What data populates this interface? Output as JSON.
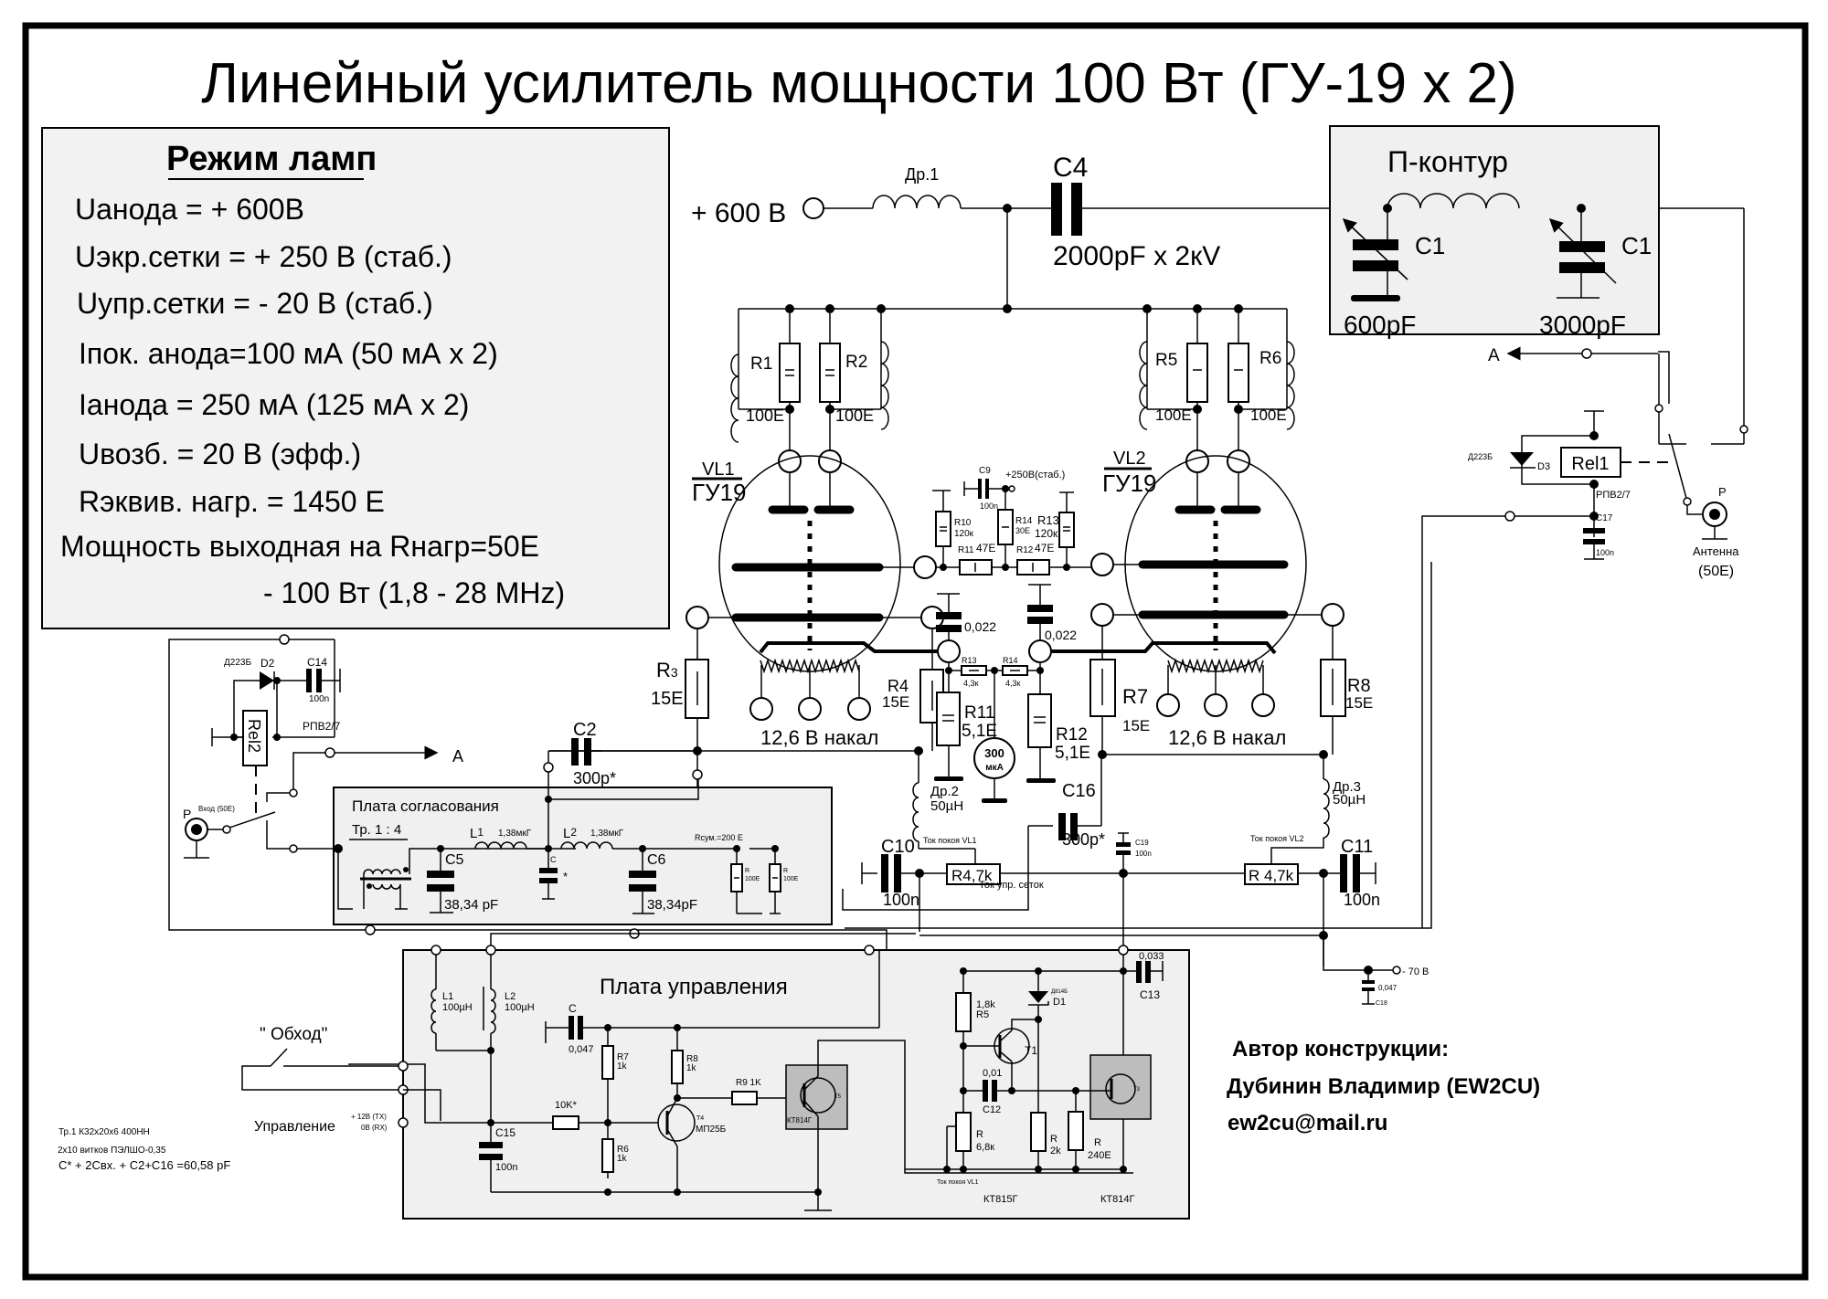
{
  "title": "Линейный усилитель мощности 100 Вт (ГУ-19 х 2)",
  "mode_box": {
    "heading": "Режим ламп",
    "lines": [
      "Uанода = + 600В",
      "Uэкр.сетки = + 250 В (стаб.)",
      "Uупр.сетки = - 20 В (стаб.)",
      "Iпок. анода=100 мА (50 мА х 2)",
      "Iанода = 250 мА (125 мА х 2)",
      "Uвозб. = 20 В (эфф.)",
      "Rэквив. нагр. = 1450 Е",
      "Мощность выходная на Rнагр=50Е",
      "- 100 Вт (1,8 - 28 MHz)"
    ]
  },
  "supply": {
    "anode_label": "+ 600 В",
    "choke1": "Др.1",
    "c4_name": "C4",
    "c4_value": "2000pF x 2кV"
  },
  "pi_network": {
    "title": "П-контур",
    "c1a_name": "C1",
    "c1a_value": "600pF",
    "c1b_name": "C1",
    "c1b_value": "3000pF"
  },
  "anode_parts": {
    "r1": "R1",
    "r2": "R2",
    "r5": "R5",
    "r6": "R6",
    "r1_val": "100E",
    "r2_val": "100E",
    "r5_val": "100E",
    "r6_val": "100E"
  },
  "tubes": {
    "vl1_ref": "VL1",
    "vl1_type": "ГУ19",
    "vl2_ref": "VL2",
    "vl2_type": "ГУ19",
    "heater_label": "12,6 В накал"
  },
  "screen_network": {
    "c9": "C9",
    "c9_val": "100n",
    "supply": "+250В(стаб.)",
    "r10": "R10",
    "r10_val": "120к",
    "r14": "R14",
    "r14_val": "30E",
    "r13": "R13",
    "r13_val": "120к",
    "r11": "R11",
    "r11_val": "47E",
    "r12": "R12",
    "r12_val": "47E",
    "c_a_val": "0,022",
    "c_b_val": "0,022"
  },
  "cathode": {
    "r3": "R",
    "r3_sub": "3",
    "r3_val": "15E",
    "r4": "R4",
    "r4_val": "15E",
    "r7": "R7",
    "r7_val": "15E",
    "r8": "R8",
    "r8_val": "15E",
    "r13b": "R13",
    "r13b_val": "4,3к",
    "r14b": "R14",
    "r14b_val": "4,3к",
    "r11b": "R11",
    "r11b_val": "5,1E",
    "r12b": "R12",
    "r12b_val": "5,1E",
    "meter_value": "300",
    "meter_unit": "мкА"
  },
  "grid_bias": {
    "c2": "C2",
    "c2_val": "300p*",
    "c16": "C16",
    "c16_val": "300p*",
    "dr2": "Др.2",
    "dr2_val": "50µH",
    "dr3": "Др.3",
    "dr3_val": "50µH",
    "c10": "C10",
    "c10_val": "100n",
    "c11": "C11",
    "c11_val": "100n",
    "r_left": "R4,7k",
    "r_right": "R 4,7k",
    "tok_vl1": "Ток покоя VL1",
    "tok_vl2": "Ток покоя VL2",
    "tok_grid": "Ток упр. сеток",
    "c19": "C19",
    "c19_val": "100n",
    "neg_supply": "- 70 В",
    "c18": "C18",
    "c18_val": "0,047"
  },
  "input_relay": {
    "d2_type": "Д223Б",
    "d2": "D2",
    "c14": "C14",
    "c14_val": "100n",
    "relay": "Rel2",
    "relay_type": "РПВ2/7",
    "jack": "P",
    "jack_label": "Вход  (50E)",
    "arrow_label": "A"
  },
  "output_relay": {
    "d3_type": "Д223Б",
    "d3": "D3",
    "relay": "Rel1",
    "relay_type": "РПВ2/7",
    "c17": "C17",
    "c17_val": "100n",
    "jack": "P",
    "antenna": "Антенна",
    "antenna_imp": "(50E)",
    "arrow_label": "A"
  },
  "matching_board": {
    "title": "Плата согласования",
    "transformer": "Тр. 1 : 4",
    "l1": "L",
    "l1_sub": "1",
    "l1_val": "1,38мкГ",
    "l2": "L",
    "l2_sub": "2",
    "l2_val": "1,38мкГ",
    "c5": "C5",
    "c5_val": "38,34 pF",
    "c": "C",
    "c_star": "*",
    "c6": "C6",
    "c6_val": "38,34pF",
    "rsum": "Rсум.=200 Е",
    "r_a": "R",
    "r_a_val": "100E",
    "r_b": "R",
    "r_b_val": "100E"
  },
  "control_board": {
    "title": "Плата управления",
    "l1": "L1",
    "l1_val": "100µH",
    "l2": "L2",
    "l2_val": "100µH",
    "c": "C",
    "c_val": "0,047",
    "r7": "R7",
    "r7_val": "1k",
    "r8": "R8",
    "r8_val": "1k",
    "r6": "R6",
    "r6_val": "1k",
    "r9": "R9 1K",
    "r10k": "10K*",
    "c15": "C15",
    "c15_val": "100n",
    "t4": "T4",
    "t4_type": "МП25Б",
    "t5": "T5",
    "t5_type": "КТ814Г",
    "bypass": "\" Обход\"",
    "control": "Управление",
    "ctl_tx": "+ 12В (TX)",
    "ctl_rx": "0В (RX)",
    "r5_val": "1,8k",
    "r5": "R5",
    "d1_type": "Д814Б",
    "d1": "D1",
    "t1": "T1",
    "c12_val": "0,01",
    "c12": "C12",
    "c13_val": "0,033",
    "c13": "C13",
    "r_pot": "R",
    "r_pot_val": "6,8к",
    "r_2k": "R",
    "r_2k_val": "2k",
    "r_240": "R",
    "r_240_val": "240E",
    "t3": "T3",
    "tok_vl1": "Ток покоя VL1",
    "t1_type": "КТ815Г",
    "t3_type": "КТ814Г"
  },
  "notes": [
    "Тр.1 К32х20х6   400НН",
    "2х10 витков  ПЭЛШО-0,35",
    "C* + 2Свх. + C2+C16 =60,58 pF"
  ],
  "author": {
    "heading": "Автор конструкции:",
    "name": "Дубинин Владимир (EW2CU)",
    "email": "ew2cu@mail.ru"
  }
}
